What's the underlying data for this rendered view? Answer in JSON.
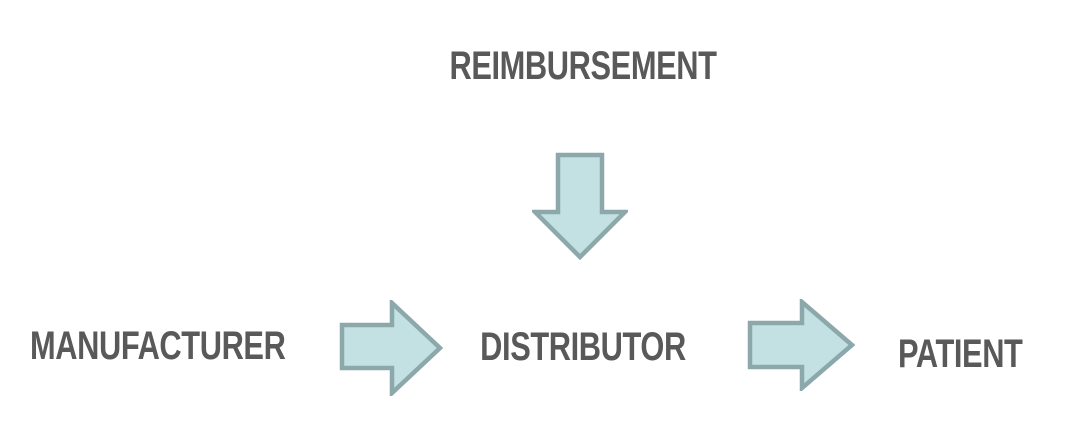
{
  "diagram": {
    "title": "REIMBURSEMENT",
    "nodes": [
      {
        "id": "manufacturer",
        "label": "MANUFACTURER"
      },
      {
        "id": "distributor",
        "label": "DISTRIBUTOR"
      },
      {
        "id": "patient",
        "label": "PATIENT"
      }
    ],
    "arrows": [
      {
        "id": "reimbursement-down-arrow",
        "direction": "down"
      },
      {
        "id": "manufacturer-to-distributor-arrow",
        "direction": "right"
      },
      {
        "id": "distributor-to-patient-arrow",
        "direction": "right"
      }
    ],
    "colors": {
      "arrow_fill": "#c3e1e3",
      "arrow_stroke": "#8ca8ab",
      "text_color": "#595959",
      "background": "#ffffff"
    }
  }
}
